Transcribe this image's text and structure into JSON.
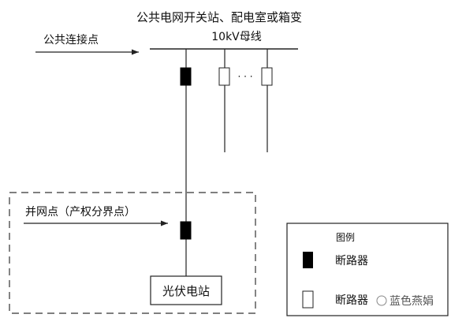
{
  "title_line1": "公共电网开关站、配电室或箱变",
  "title_line2": "10kV母线",
  "pcc_label": "公共连接点",
  "grid_point_label": "并网点（产权分界点）",
  "pv_station_label": "光伏电站",
  "ellipsis": "· · ·",
  "legend": {
    "title": "图例",
    "closed_label": "断路器",
    "open_label": "断路器",
    "watermark": "蓝色燕娟"
  },
  "colors": {
    "line": "#222222",
    "filled": "#000000",
    "dash": "#333333"
  }
}
